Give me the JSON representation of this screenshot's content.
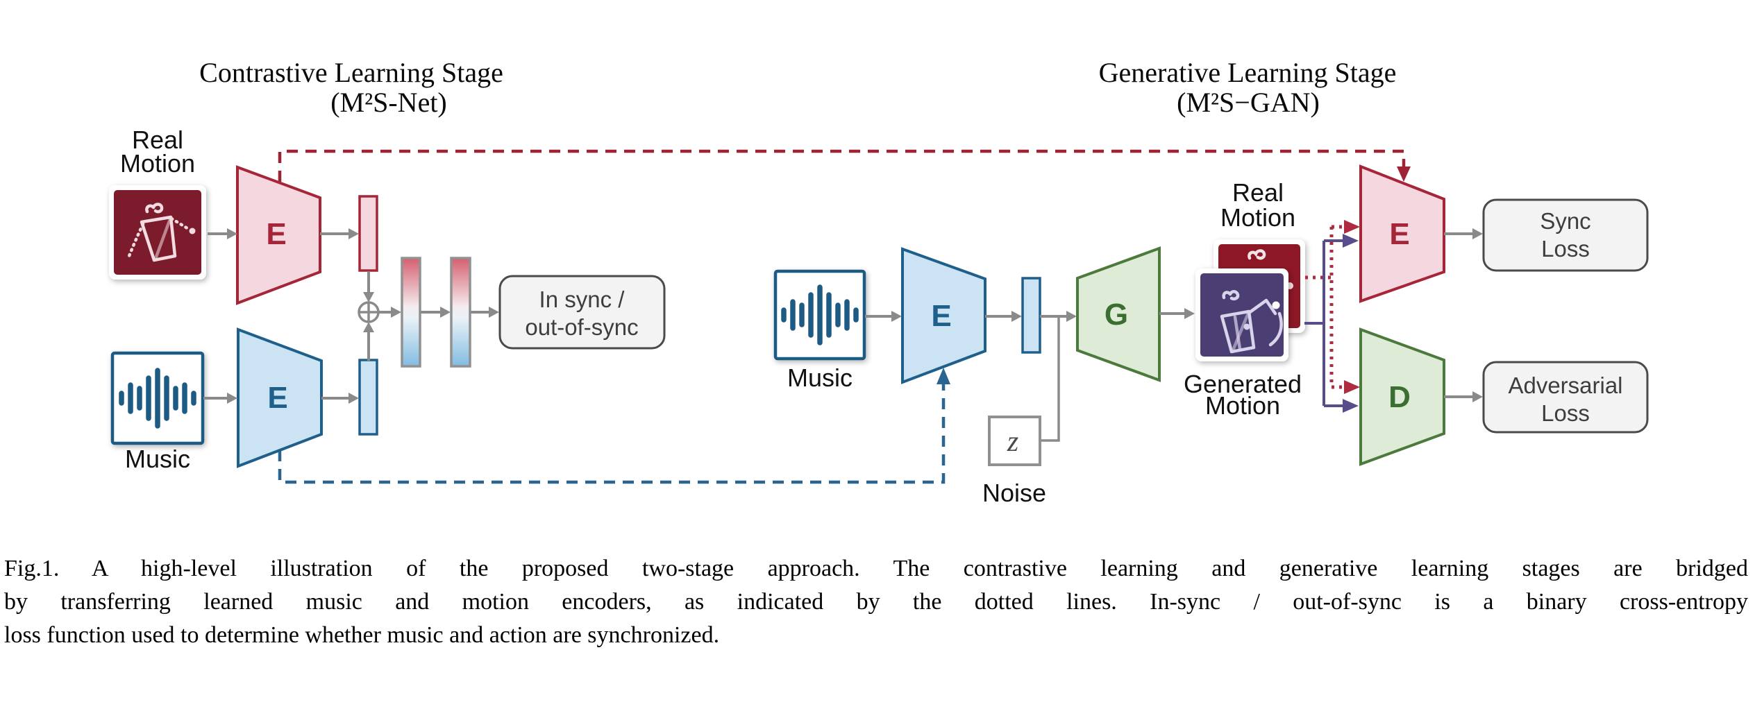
{
  "figure": {
    "contrastive": {
      "title": "Contrastive Learning Stage",
      "subtitle": "(M²S-Net)",
      "real_motion": {
        "line1": "Real",
        "line2": "Motion"
      },
      "music_label": "Music",
      "motion_encoder_label": "E",
      "music_encoder_label": "E",
      "output": {
        "line1": "In sync /",
        "line2": "out-of-sync"
      }
    },
    "generative": {
      "title": "Generative Learning Stage",
      "subtitle": "(M²S−GAN)",
      "music_label": "Music",
      "music_encoder_label": "E",
      "generator_label": "G",
      "noise_symbol": "z",
      "noise_label": "Noise",
      "real_motion": {
        "line1": "Real",
        "line2": "Motion"
      },
      "generated_motion": {
        "line1": "Generated",
        "line2": "Motion"
      },
      "sync_encoder_label": "E",
      "discriminator_label": "D",
      "sync_loss": {
        "line1": "Sync",
        "line2": "Loss"
      },
      "adversarial_loss": {
        "line1": "Adversarial",
        "line2": "Loss"
      }
    },
    "caption": {
      "line1": "Fig.1.  A high-level illustration of the proposed two-stage approach.  The contrastive learning and generative learning stages are bridged",
      "line2": "by transferring learned music and motion encoders, as indicated by the dotted lines.  In-sync / out-of-sync is a binary cross-entropy",
      "line3": "loss function used to determine whether music and action are synchronized."
    },
    "colors": {
      "crimson_stroke": "#A62639",
      "pink_fill": "#F5D8DF",
      "blue_stroke": "#1F5F8B",
      "blue_fill": "#CBE3F3",
      "green_stroke": "#4C7A3D",
      "green_fill": "#DEEBD7",
      "purple_line": "#584C8C",
      "red_dotted": "#AF2B3F",
      "red_dashed": "#9E2335",
      "blue_dashed": "#2A6591",
      "gray_arrow": "#8A8A8A",
      "maroon_image": "#7C1B2B",
      "maroon_image_gen": "#8E1726",
      "purple_image": "#4B3E72",
      "loss_box_fill": "#F3F3F3",
      "loss_box_stroke": "#4A4A4A"
    }
  }
}
